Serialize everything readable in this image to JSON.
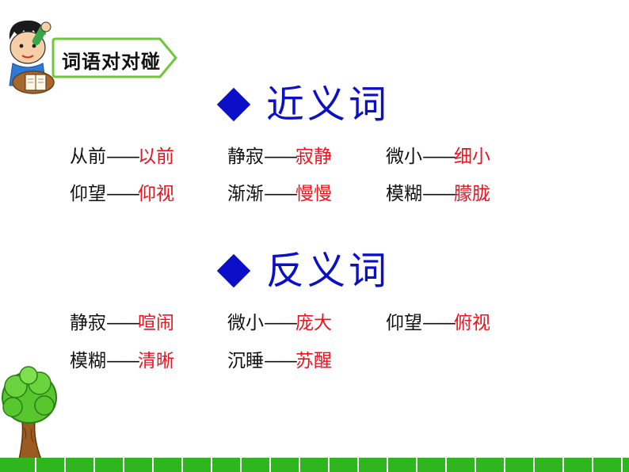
{
  "header": {
    "tag_label": "词语对对碰"
  },
  "synonyms": {
    "heading": "近义词",
    "pairs": [
      {
        "word": "从前",
        "match": "以前"
      },
      {
        "word": "静寂",
        "match": "寂静"
      },
      {
        "word": "微小",
        "match": "细小"
      },
      {
        "word": "仰望",
        "match": "仰视"
      },
      {
        "word": "渐渐",
        "match": "慢慢"
      },
      {
        "word": "模糊",
        "match": "朦胧"
      }
    ]
  },
  "antonyms": {
    "heading": "反义词",
    "pairs": [
      {
        "word": "静寂",
        "match": "喧闹"
      },
      {
        "word": "微小",
        "match": "庞大"
      },
      {
        "word": "仰望",
        "match": "俯视"
      },
      {
        "word": "模糊",
        "match": "清晰"
      },
      {
        "word": "沉睡",
        "match": "苏醒"
      }
    ]
  },
  "separator": "——",
  "colors": {
    "heading_blue": "#0b10c8",
    "match_red": "#e8141e",
    "text_black": "#111111",
    "ground_green": "#2fb51e",
    "tag_border": "#6fc73a"
  },
  "icons": [
    "boy-reading-icon",
    "tree-icon",
    "diamond-bullet-icon"
  ]
}
